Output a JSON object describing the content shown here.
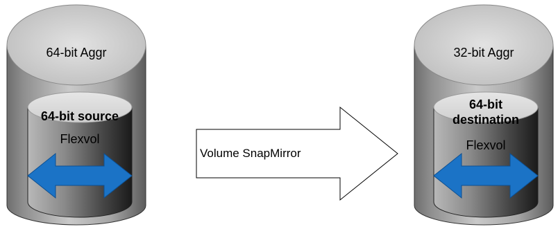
{
  "source": {
    "aggregate_label": "64-bit Aggr",
    "volume_label": "64-bit source",
    "volume_type": "Flexvol"
  },
  "replication": {
    "label": "Volume SnapMirror"
  },
  "destination": {
    "aggregate_label": "32-bit Aggr",
    "volume_label_line1": "64-bit",
    "volume_label_line2": "destination",
    "volume_type": "Flexvol"
  },
  "colors": {
    "aggregate_body": "#9a9a9a",
    "aggregate_top": "#d9d9d9",
    "volume_top": "#dcdcdc",
    "arrow_blue": "#1b73c6",
    "outline": "#000000"
  }
}
